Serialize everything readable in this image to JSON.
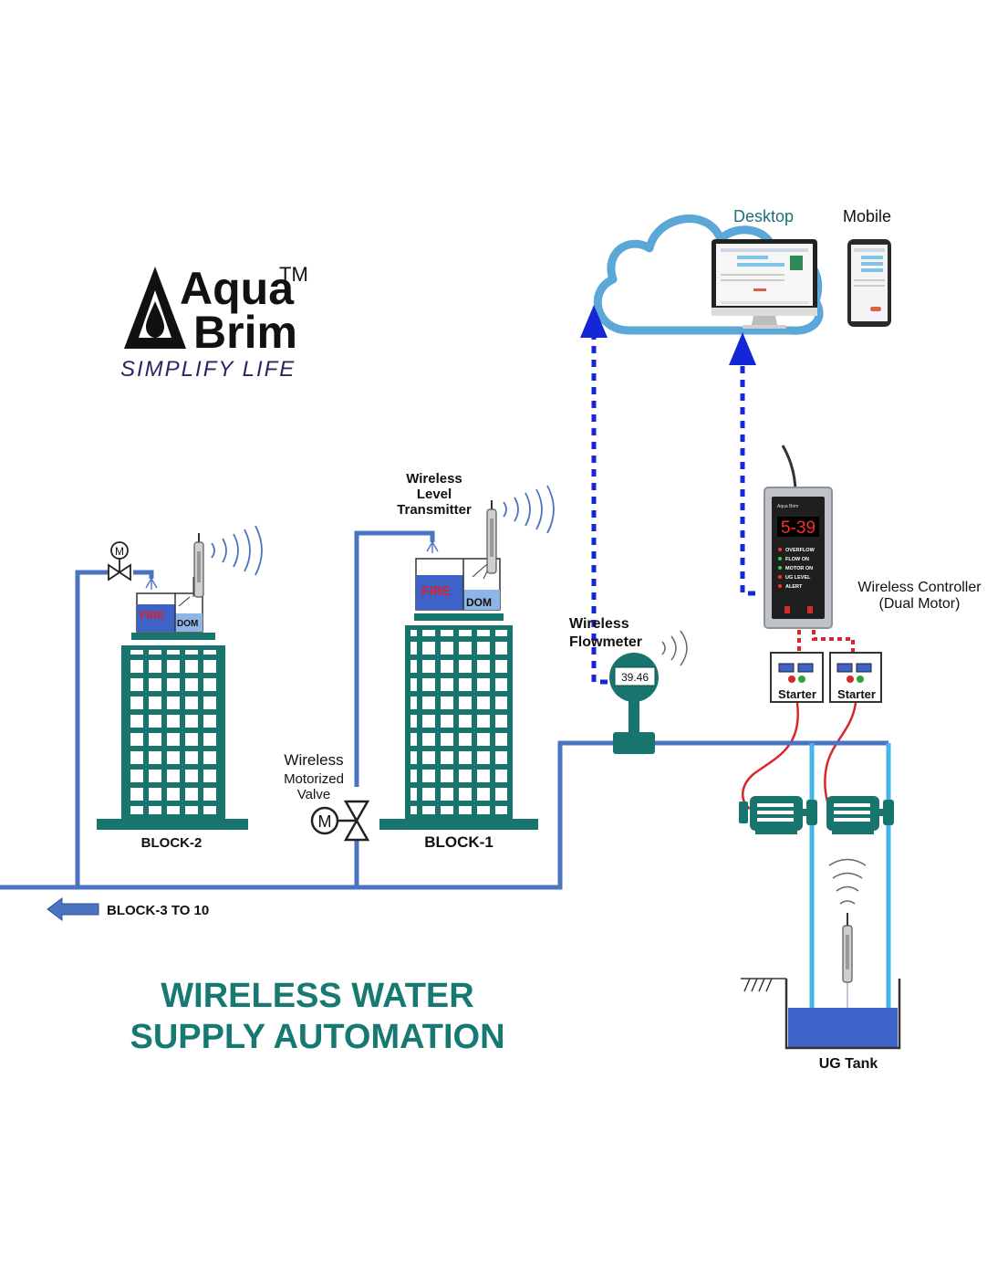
{
  "brand": {
    "name_line1": "Aqua",
    "trademark": "TM",
    "name_line2": "Brim",
    "tagline": "SIMPLIFY LIFE"
  },
  "cloud": {
    "desktop_label": "Desktop",
    "mobile_label": "Mobile"
  },
  "controller": {
    "label_line1": "Wireless Controller",
    "label_line2": "(Dual Motor)",
    "display": "5-39",
    "indicators": [
      "OVERFLOW",
      "FLOW ON",
      "MOTOR ON",
      "UG LEVEL",
      "ALERT"
    ],
    "brand_text": "Aqua Brim"
  },
  "starters": [
    "Starter",
    "Starter"
  ],
  "flowmeter": {
    "label_line1": "Wireless",
    "label_line2": "Flowmeter",
    "reading": "39.46"
  },
  "level_transmitter": {
    "label_line1": "Wireless",
    "label_line2": "Level",
    "label_line3": "Transmitter"
  },
  "valve": {
    "label_line1": "Wireless",
    "label_line2": "Motorized",
    "label_line3": "Valve",
    "motor_symbol": "M"
  },
  "blocks": [
    {
      "name": "BLOCK-2",
      "tank_fire": "FIRE",
      "tank_dom": "DOM"
    },
    {
      "name": "BLOCK-1",
      "tank_fire": "FIRE",
      "tank_dom": "DOM"
    }
  ],
  "top_valve_symbol": "M",
  "branch_label": "BLOCK-3 TO 10",
  "ug_tank_label": "UG Tank",
  "title": {
    "line1": "WIRELESS WATER",
    "line2": "SUPPLY AUTOMATION"
  },
  "colors": {
    "pipe": "#4a74c0",
    "building": "#17756d",
    "title": "#177a72",
    "cloud": "#5aa7d8",
    "wireless_link": "#1426d6",
    "wire_red": "#d8262a",
    "water": "#3d63c9",
    "tagline": "#2a2466"
  }
}
